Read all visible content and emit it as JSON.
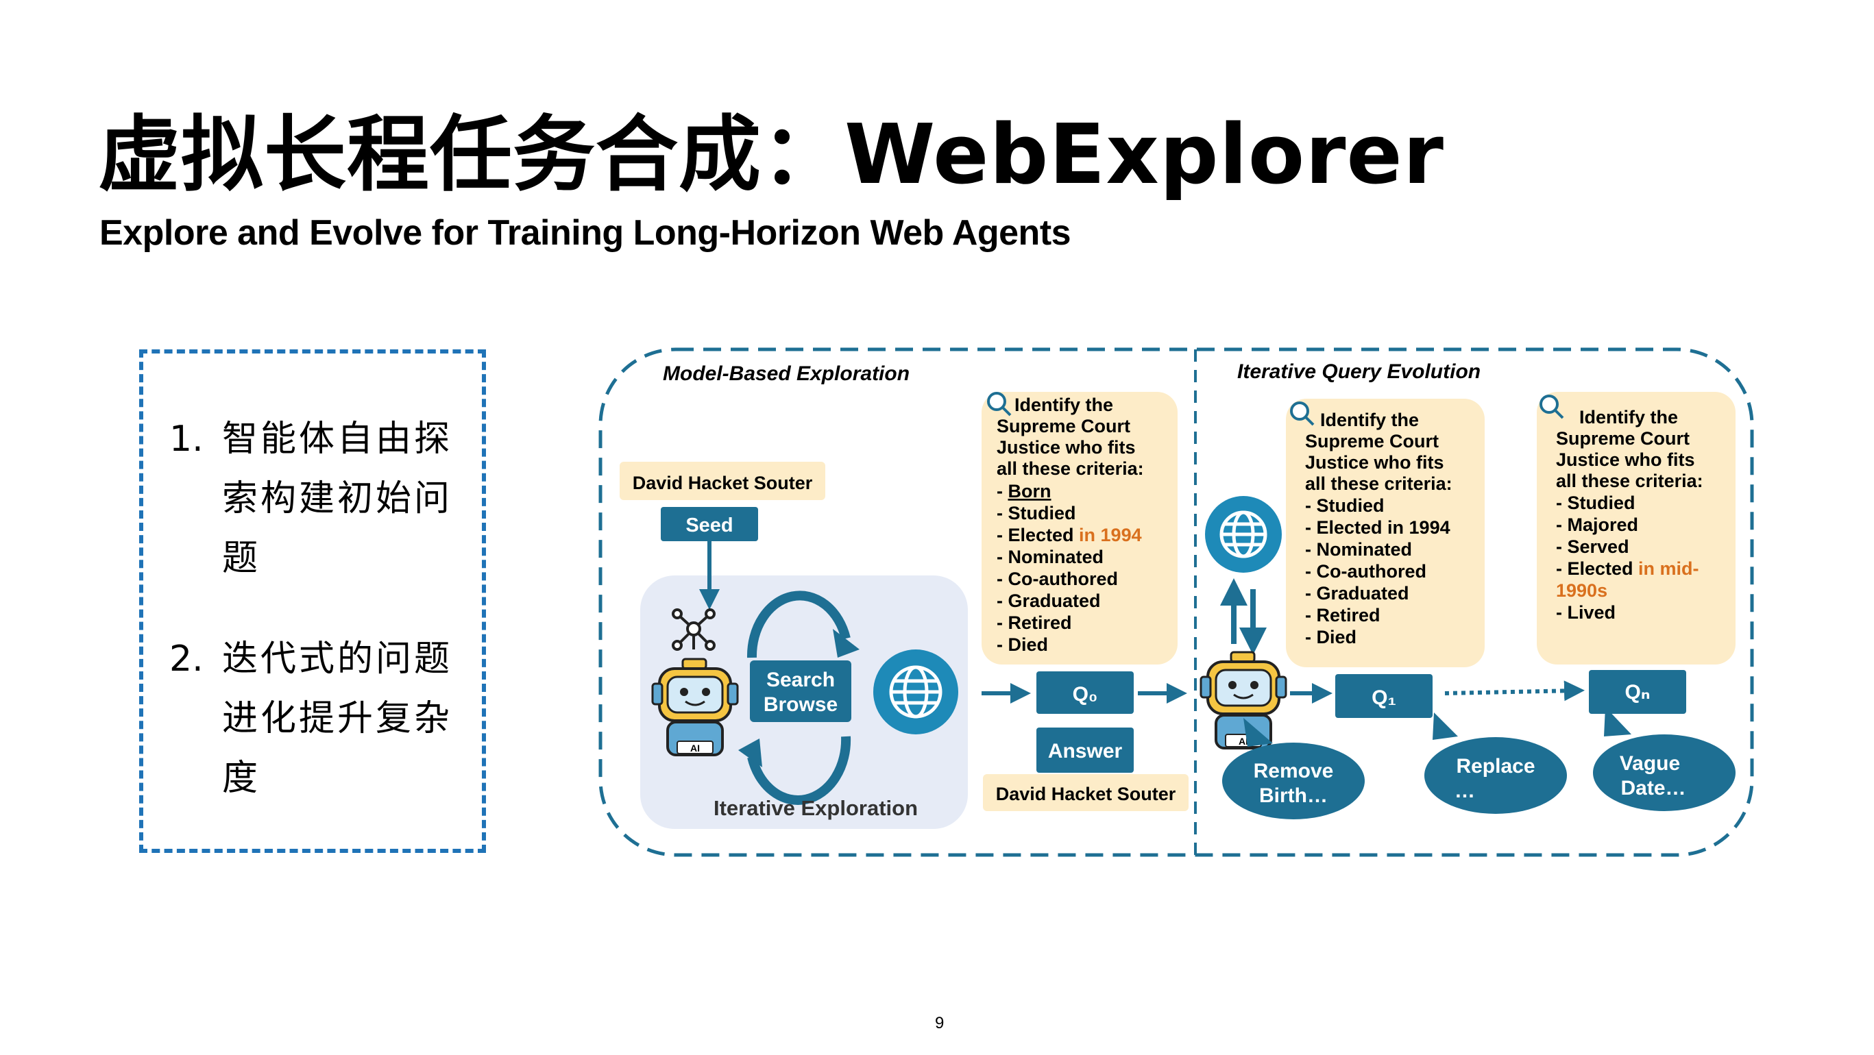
{
  "title": "虚拟长程任务合成：WebExplorer",
  "subtitle": "Explore and Evolve for Training Long-Horizon Web Agents",
  "steps": [
    {
      "num": "1.",
      "text": "智能体自由探索构建初始问题"
    },
    {
      "num": "2.",
      "text": "迭代式的问题进化提升复杂度"
    }
  ],
  "diagram": {
    "colors": {
      "primary": "#1e6f93",
      "note_bg": "#fdecc8",
      "highlight": "#d9701e",
      "panel_bg": "#e6ebf6",
      "dash": "#1e6f93"
    },
    "section_left": "Model-Based Exploration",
    "section_right": "Iterative Query Evolution",
    "seed_entity": "David Hacket Souter",
    "seed_label": "Seed",
    "robot_badge_left": "AI",
    "robot_badge_right": "AI",
    "search_browse": [
      "Search",
      "Browse"
    ],
    "loop_label": "Iterative Exploration",
    "q0": "Q₀",
    "answer_label": "Answer",
    "answer_entity": "David Hacket Souter",
    "q1": "Q₁",
    "qn": "Qₙ",
    "icons": [
      "search-icon",
      "globe-icon",
      "robot-icon",
      "network-icon",
      "cycle-arrows-icon"
    ],
    "note0": {
      "lines": [
        "Identify the",
        "Supreme Court",
        "Justice who fits",
        "all these criteria:"
      ],
      "criteria": [
        {
          "prefix": "- ",
          "text": "Born",
          "underline": true
        },
        {
          "prefix": "- ",
          "text": "Studied"
        },
        {
          "prefix": "- ",
          "text": "Elected ",
          "hl": "in 1994"
        },
        {
          "prefix": "- ",
          "text": "Nominated"
        },
        {
          "prefix": "- ",
          "text": "Co-authored"
        },
        {
          "prefix": "- ",
          "text": "Graduated"
        },
        {
          "prefix": "- ",
          "text": "Retired"
        },
        {
          "prefix": "- ",
          "text": "Died"
        }
      ]
    },
    "note1": {
      "lines": [
        "Identify the",
        "Supreme Court",
        "Justice who fits",
        "all these criteria:"
      ],
      "criteria": [
        {
          "prefix": "- ",
          "text": "Studied"
        },
        {
          "prefix": "- ",
          "text": "Elected in 1994"
        },
        {
          "prefix": "- ",
          "text": "Nominated"
        },
        {
          "prefix": "- ",
          "text": "Co-authored"
        },
        {
          "prefix": "- ",
          "text": "Graduated"
        },
        {
          "prefix": "- ",
          "text": "Retired"
        },
        {
          "prefix": "- ",
          "text": "Died"
        }
      ]
    },
    "note2": {
      "lines": [
        "Identify the",
        "Supreme Court",
        "Justice who fits",
        "all these criteria:"
      ],
      "criteria": [
        {
          "prefix": "- ",
          "text": "Studied"
        },
        {
          "prefix": "- ",
          "text": "Majored"
        },
        {
          "prefix": "- ",
          "text": "Served"
        },
        {
          "prefix": "- ",
          "text": "Elected ",
          "hl": "in mid-"
        },
        {
          "prefix": "",
          "text": "",
          "hl": "1990s"
        },
        {
          "prefix": "- ",
          "text": "Lived"
        }
      ]
    },
    "bubbles": [
      [
        "Remove",
        "Birth…"
      ],
      [
        "Replace",
        "…"
      ],
      [
        "Vague",
        "Date…"
      ]
    ]
  },
  "page_number": "9"
}
